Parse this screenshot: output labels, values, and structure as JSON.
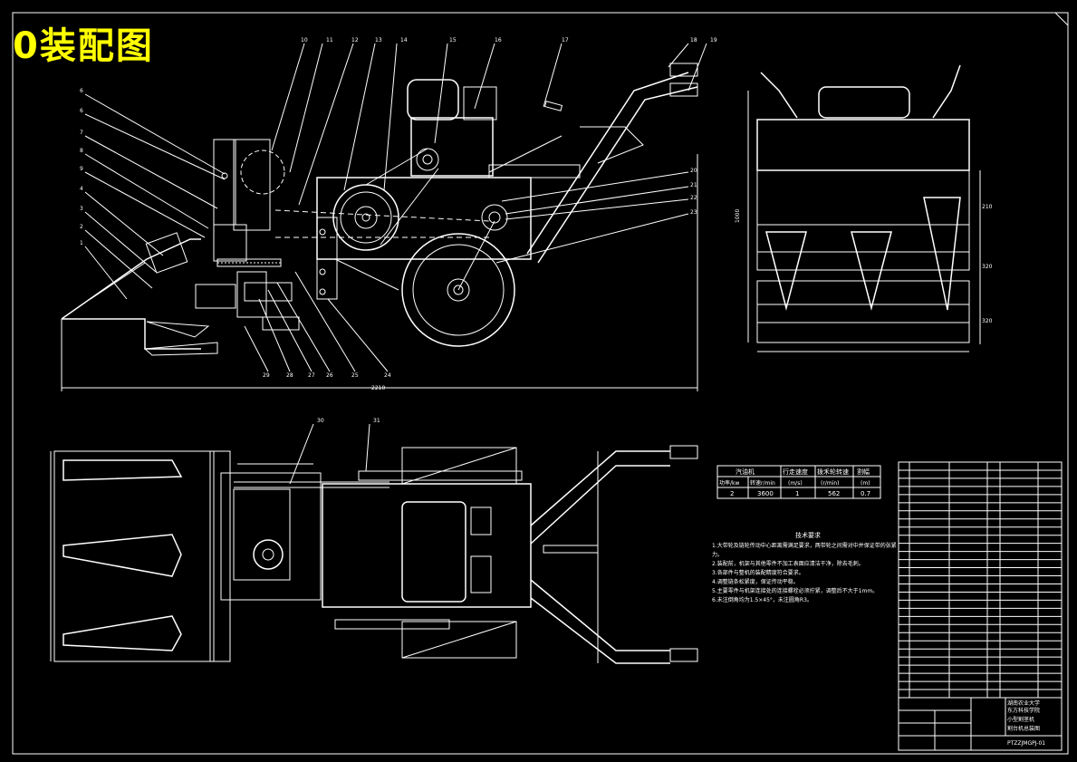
{
  "title": "0装配图",
  "labels": {
    "top_leaders": [
      "10",
      "11",
      "12",
      "13",
      "14",
      "15",
      "16",
      "17",
      "18",
      "19"
    ],
    "left_leaders": [
      "6",
      "6",
      "7",
      "8",
      "9",
      "4",
      "3",
      "2",
      "1"
    ],
    "right_leaders": [
      "20",
      "21",
      "22",
      "23"
    ],
    "bottom_leaders": [
      "29",
      "28",
      "27",
      "26",
      "25",
      "24"
    ],
    "plan_leaders": [
      "30",
      "31"
    ],
    "dim_overall": "2210",
    "dim_height": "1000",
    "dim_side": [
      "210",
      "320",
      "320"
    ]
  },
  "spec_table": {
    "headers": [
      "汽油机",
      "行走速度",
      "拨禾轮转速",
      "割幅"
    ],
    "subheaders": [
      "功率/kw",
      "转速r/min",
      "(m/s)",
      "(r/min)",
      "(m)"
    ],
    "values": [
      "2",
      "3600",
      "1",
      "562",
      "0.7"
    ]
  },
  "tech": {
    "heading": "技术要求",
    "items": [
      "1.大带轮及链轮传动中心距离需满足要求，两带轮之间需对中并保证带的张紧力。",
      "2.装配前，机架与其他零件不加工表面应清洁干净，除去毛刺。",
      "3.各部件与整机的装配精度符合要求。",
      "4.调整链条松紧度，保证传动平稳。",
      "5.主要零件与机架连接处的连接螺栓必须拧紧，调整后不大于1mm。",
      "6.未注倒角均为1.5×45°，未注圆角R3。"
    ]
  },
  "title_block": {
    "school": "湖南农业大学",
    "school2": "东方科技学院",
    "product": "小型割茎机",
    "drawing": "割台机总装图",
    "code": "PTZZJMGPJ-01"
  },
  "bom_rows": 29
}
